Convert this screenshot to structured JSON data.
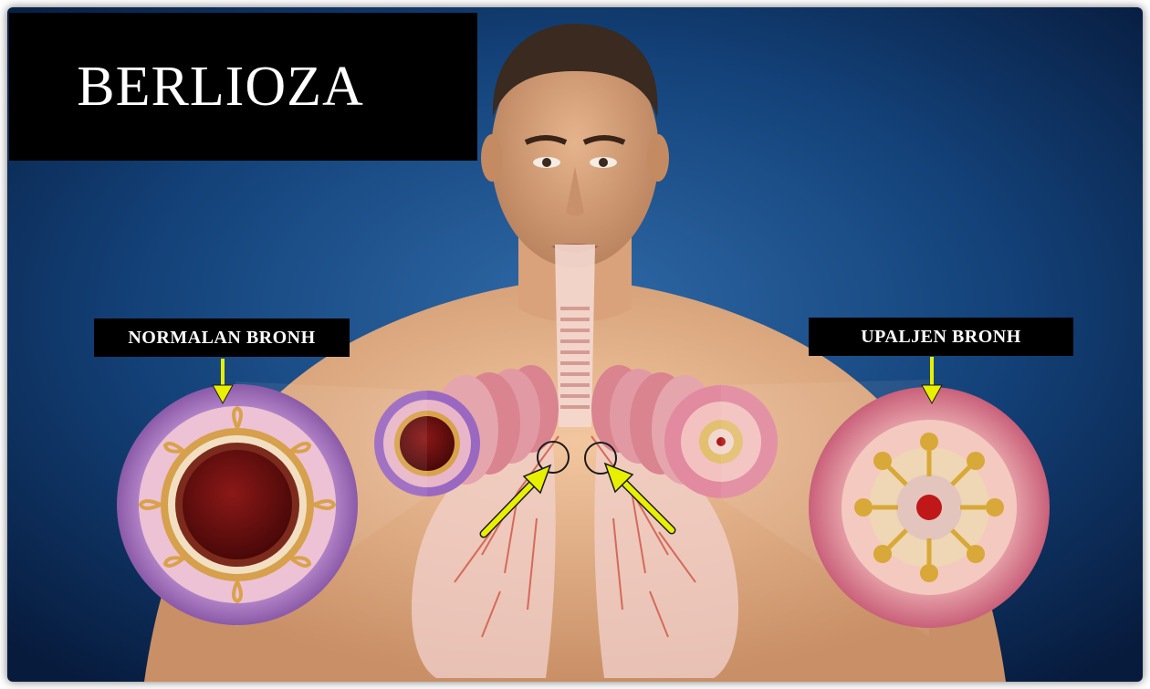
{
  "title": "BERLIOZA",
  "labels": {
    "normal": "NORMALAN BRONH",
    "inflamed": "UPALJEN BRONH"
  },
  "watermark": "",
  "colors": {
    "background": "#0f3a6e",
    "title_box": "#000000",
    "arrow": "#e8f000",
    "normal_wall": "#b98bd0",
    "inflamed_wall": "#e79aa8",
    "lumen": "#6e1010"
  }
}
